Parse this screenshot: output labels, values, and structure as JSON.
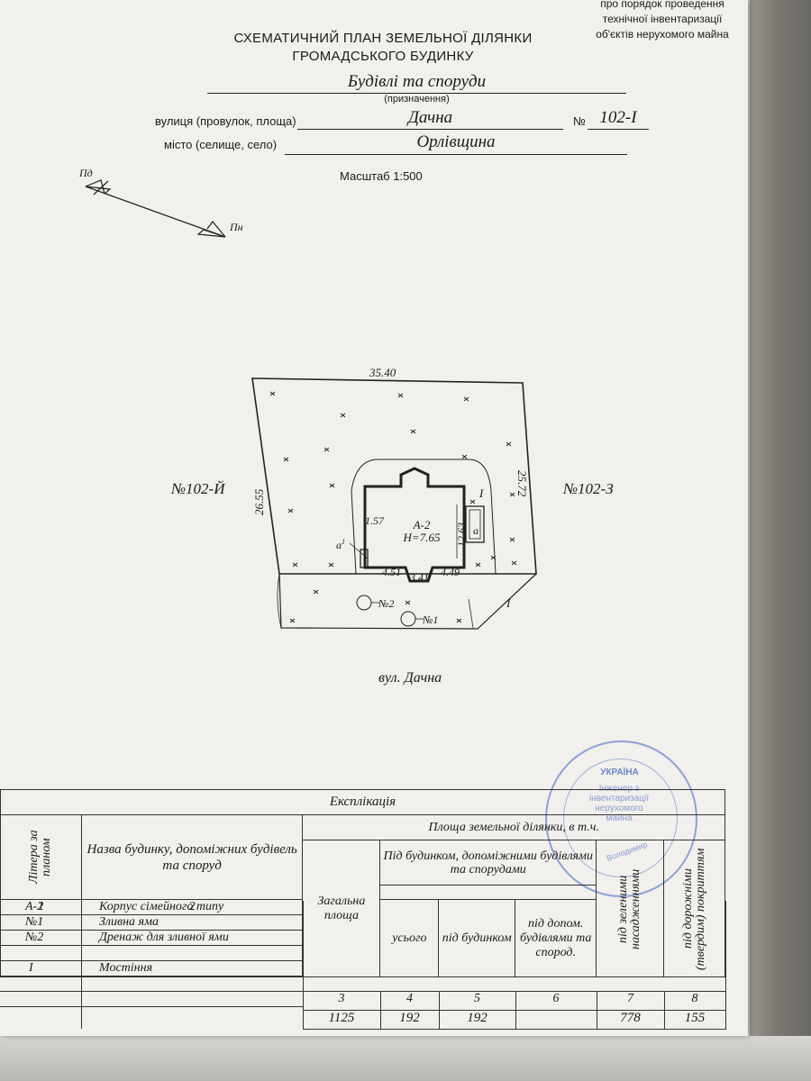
{
  "regulation_note": [
    "про порядок проведення",
    "технічної інвентаризації",
    "об'єктів нерухомого майна"
  ],
  "title": {
    "line1": "СХЕМАТИЧНИЙ ПЛАН ЗЕМЕЛЬНОЇ ДІЛЯНКИ",
    "line2": "ГРОМАДСЬКОГО БУДИНКУ"
  },
  "purpose": {
    "value": "Будівлі та споруди",
    "caption": "(призначення)"
  },
  "street": {
    "label": "вулиця (провулок, площа)",
    "value": "Дачна",
    "number_label": "№",
    "number": "102-І"
  },
  "city": {
    "label": "місто (селище, село)",
    "value": "Орлівщина"
  },
  "scale": "Масштаб 1:500",
  "compass": {
    "north": "Пд",
    "south": "Пн"
  },
  "plan": {
    "top_dim": "35.40",
    "left_dim": "26.55",
    "right_dim": "25.72",
    "left_neighbor": "№102-Й",
    "right_neighbor": "№102-З",
    "building_label": "А-2",
    "building_height": "Н=7.65",
    "dim_157": "1.57",
    "dim_1263": "12.63",
    "dim_451": "4.51",
    "dim_341": "3.41",
    "dim_449": "4.49",
    "label_a": "а",
    "label_a1": "а",
    "label_a1_sup": "1",
    "label_I_top": "І",
    "label_I_bottom": "І",
    "pit1": "№1",
    "pit2": "№2",
    "street_caption": "вул. Дачна"
  },
  "stamp": {
    "country": "УКРАЇНА",
    "text": [
      "Інженер з",
      "інвентаризації",
      "нерухомого",
      "майна"
    ],
    "name": "Володимир"
  },
  "explication": {
    "title": "Експлікація",
    "col_litera": "Літера за планом",
    "col_name": "Назва будинку, допоміжних будівель та споруд",
    "area_header": "Площа земельної ділянки, в т.ч.",
    "col_total": "Загальна площа",
    "under_header": "Під будинком, допоміжними будівлями та спорудами",
    "col_all": "усього",
    "col_building": "під будинком",
    "col_aux": "під допом. будівлями та спород.",
    "col_green": "під зеленими насадженнями",
    "col_road": "під дорожніми (твердим) покриттям",
    "col_numbers": [
      "1",
      "2",
      "3",
      "4",
      "5",
      "6",
      "7",
      "8"
    ],
    "rows": [
      {
        "litera": "А-2",
        "name": "Корпус сімейного типу"
      },
      {
        "litera": "№1",
        "name": "Зливна яма"
      },
      {
        "litera": "№2",
        "name": "Дренаж для зливної ями"
      },
      {
        "litera": "",
        "name": ""
      },
      {
        "litera": "І",
        "name": "Мостіння"
      }
    ],
    "totals": {
      "total": "1125",
      "all": "192",
      "building": "192",
      "aux": "",
      "green": "778",
      "road": "155"
    }
  }
}
